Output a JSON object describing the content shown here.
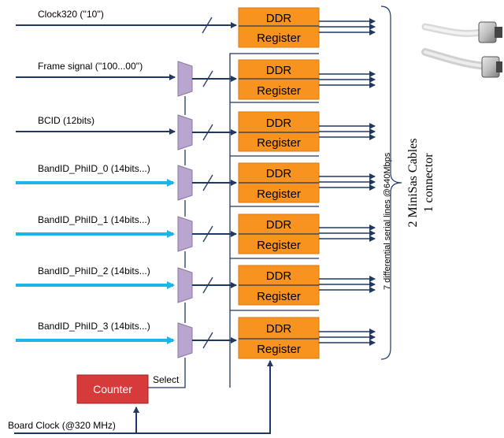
{
  "inputs": [
    "Clock320 (''10'')",
    "Frame signal (''100...00'')",
    "BCID (12bits)",
    "BandID_PhiID_0 (14bits...)",
    "BandID_PhiID_1 (14bits...)",
    "BandID_PhiID_2 (14bits...)",
    "BandID_PhiID_3 (14bits...)"
  ],
  "register": {
    "line1": "DDR",
    "line2": "Register"
  },
  "counter_label": "Counter",
  "select_label": "Select",
  "board_clock_label": "Board Clock (@320 MHz)",
  "serial_lines_label": "7 differential serial lines @640Mbps",
  "cables_line1": "2 MiniSas Cables",
  "cables_line2": "1 connector",
  "colors": {
    "register_fill": "#f7931e",
    "counter_fill": "#d63a3a",
    "mux_fill": "#b9a6cf",
    "thick_line": "#1fb4e8",
    "line": "#1f3864"
  }
}
